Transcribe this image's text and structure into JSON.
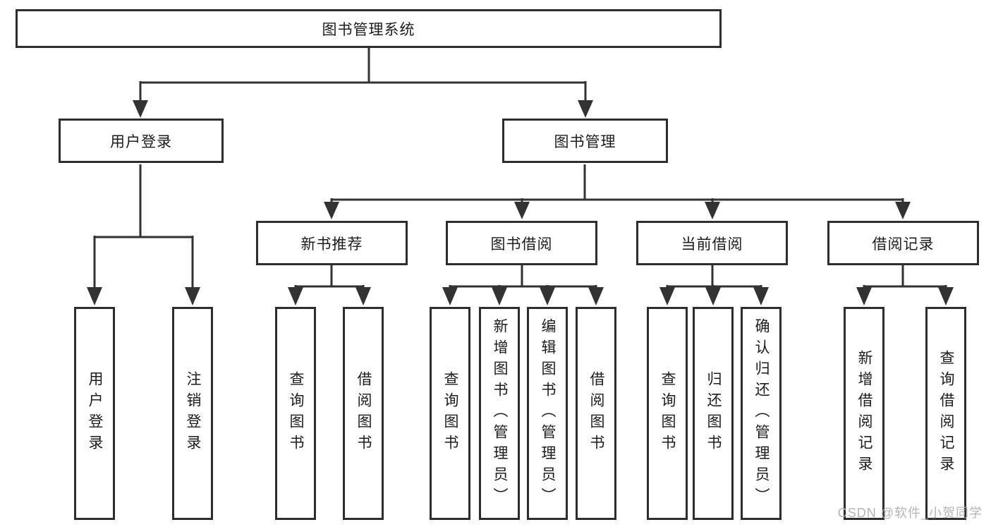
{
  "diagram": {
    "type": "hierarchy-tree",
    "root": {
      "label": "图书管理系统",
      "children": [
        {
          "label": "用户登录",
          "children": [
            {
              "label": "用户登录"
            },
            {
              "label": "注销登录"
            }
          ]
        },
        {
          "label": "图书管理",
          "children": [
            {
              "label": "新书推荐",
              "children": [
                {
                  "label": "查询图书"
                },
                {
                  "label": "借阅图书"
                }
              ]
            },
            {
              "label": "图书借阅",
              "children": [
                {
                  "label": "查询图书"
                },
                {
                  "label": "新增图书（管理员）"
                },
                {
                  "label": "编辑图书（管理员）"
                },
                {
                  "label": "借阅图书"
                }
              ]
            },
            {
              "label": "当前借阅",
              "children": [
                {
                  "label": "查询图书"
                },
                {
                  "label": "归还图书"
                },
                {
                  "label": "确认归还（管理员）"
                }
              ]
            },
            {
              "label": "借阅记录",
              "children": [
                {
                  "label": "新增借阅记录"
                },
                {
                  "label": "查询借阅记录"
                }
              ]
            }
          ]
        }
      ]
    }
  },
  "watermark": {
    "text": "CSDN @软件_小贺同学"
  },
  "colors": {
    "background": "#ffffff",
    "box_border": "#2d2d2d",
    "connector_line": "#323232",
    "text": "#1c1c1c",
    "watermark_text": "#acb1ba"
  }
}
